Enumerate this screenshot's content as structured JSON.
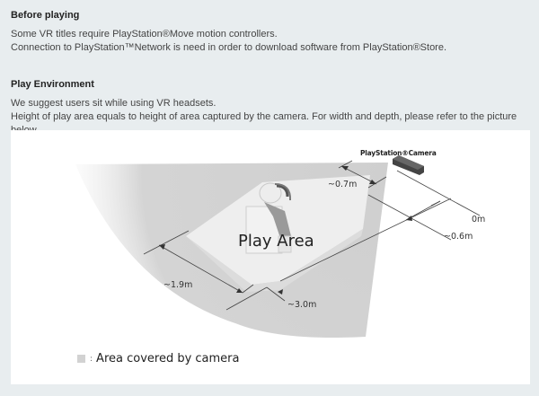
{
  "before_playing": {
    "heading": "Before playing",
    "lines": [
      "Some VR titles require PlayStation®Move motion controllers.",
      "Connection to PlayStation™Network is need in order to download software from PlayStation®Store."
    ]
  },
  "play_environment": {
    "heading": "Play Environment",
    "lines": [
      "We suggest users sit while using VR headsets.",
      "Height of play area equals to height of area captured by the camera. For width and depth, please refer to the picture below."
    ]
  },
  "diagram": {
    "camera_label": "PlayStation®Camera",
    "play_area_label": "Play Area",
    "dimensions": {
      "camera_offset": "0m",
      "near_depth": "~0.6m",
      "near_width": "~0.7m",
      "far_width": "~1.9m",
      "depth": "~3.0m"
    },
    "legend": {
      "colon": ":",
      "text": "Area covered by camera",
      "swatch_color": "#d2d2d2"
    }
  }
}
